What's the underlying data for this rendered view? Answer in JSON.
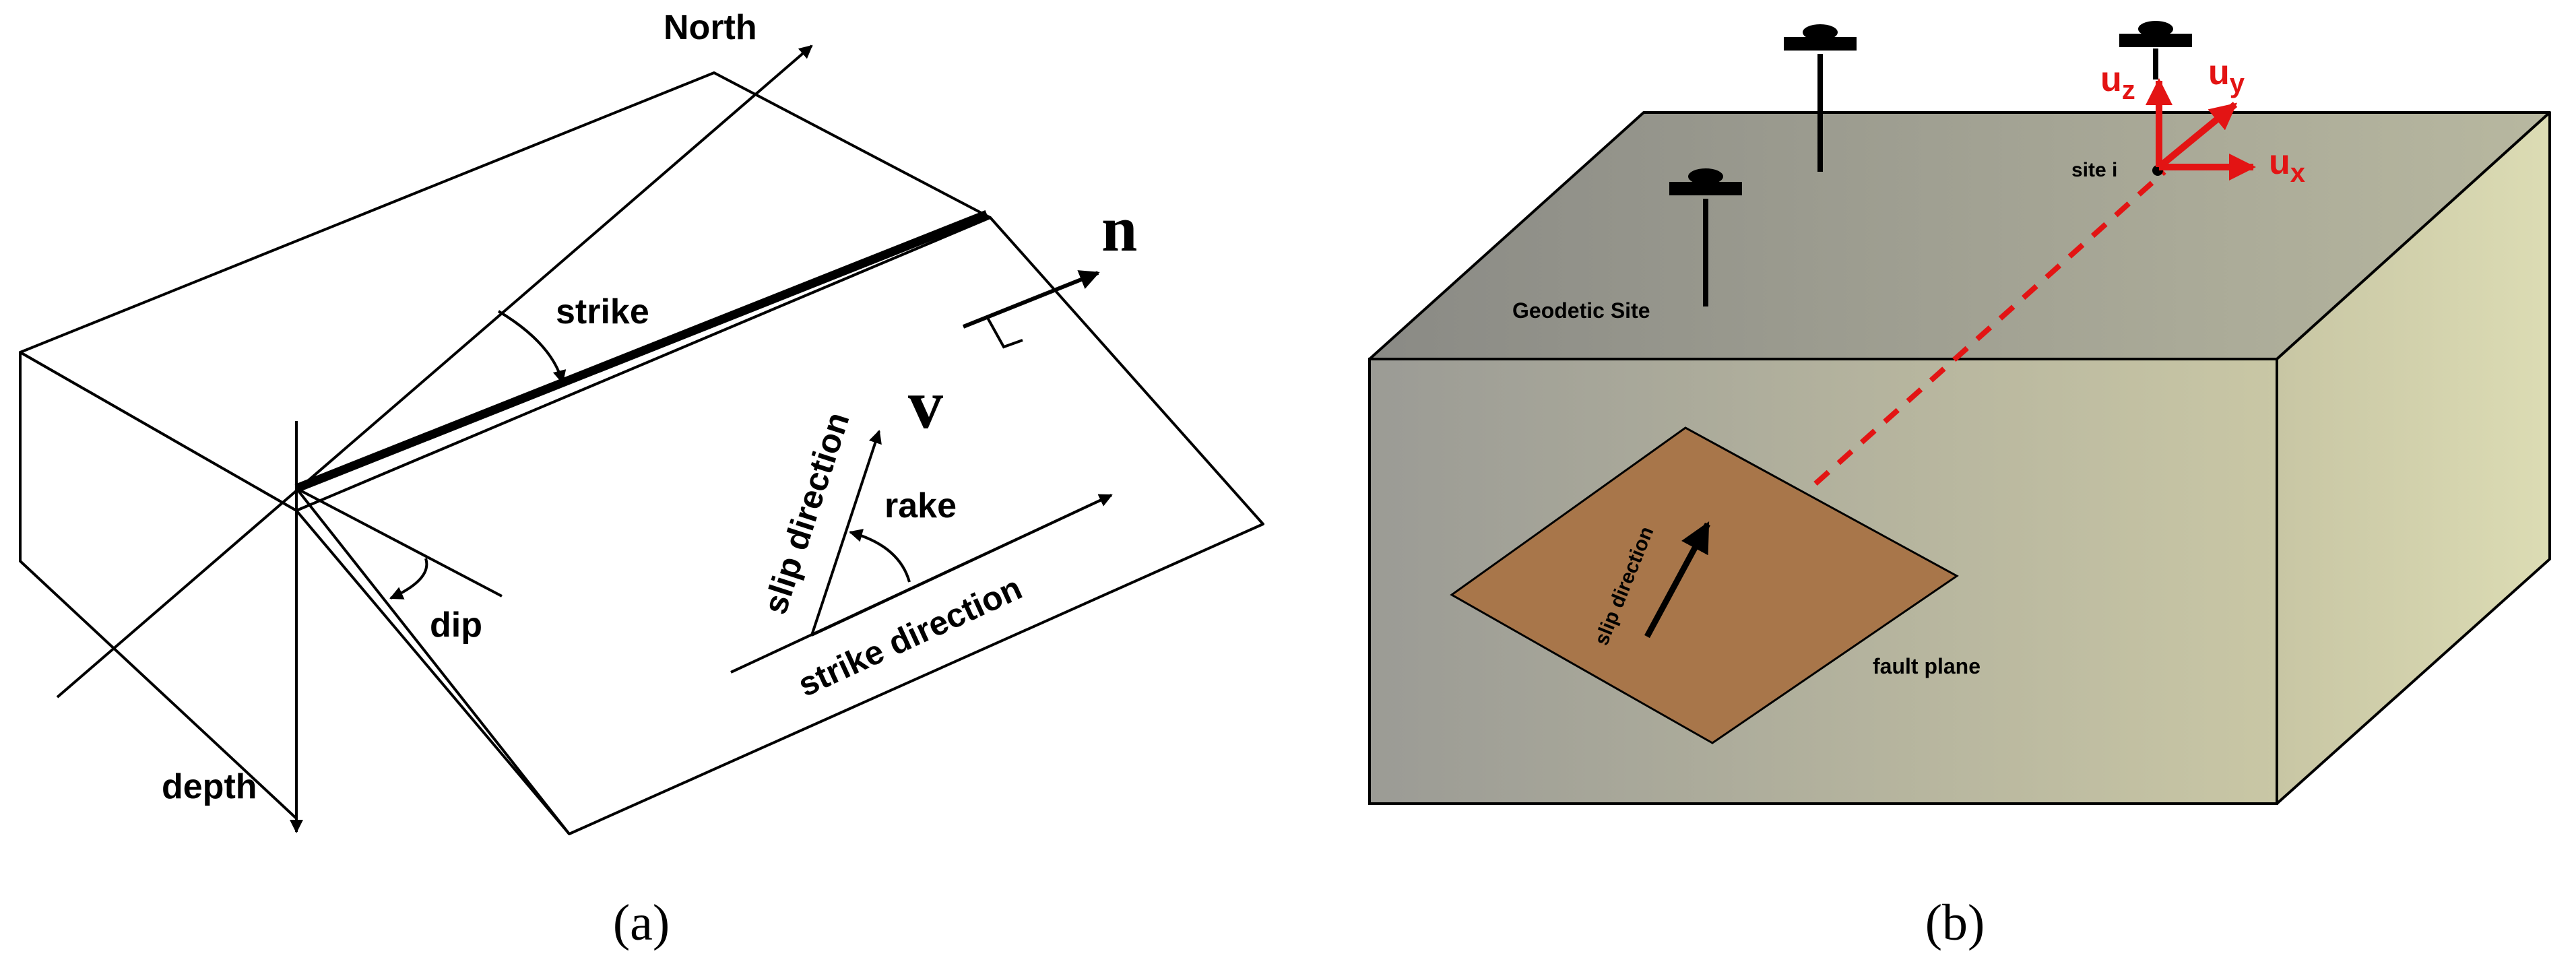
{
  "panel_a": {
    "caption": "(a)",
    "labels": {
      "north": "North",
      "n": "n",
      "strike": "strike",
      "v": "v",
      "slip_direction": "slip direction",
      "rake": "rake",
      "strike_direction": "strike direction",
      "dip": "dip",
      "depth": "depth"
    }
  },
  "panel_b": {
    "caption": "(b)",
    "labels": {
      "geodetic_site": "Geodetic Site",
      "site_i": "site i",
      "fault_plane": "fault plane",
      "slip_direction": "slip direction",
      "ux_base": "u",
      "ux_sub": "x",
      "uy_base": "u",
      "uy_sub": "y",
      "uz_base": "u",
      "uz_sub": "z"
    },
    "colors": {
      "vector_red": "#e31414",
      "fault_plane_fill": "#a8764a"
    }
  }
}
